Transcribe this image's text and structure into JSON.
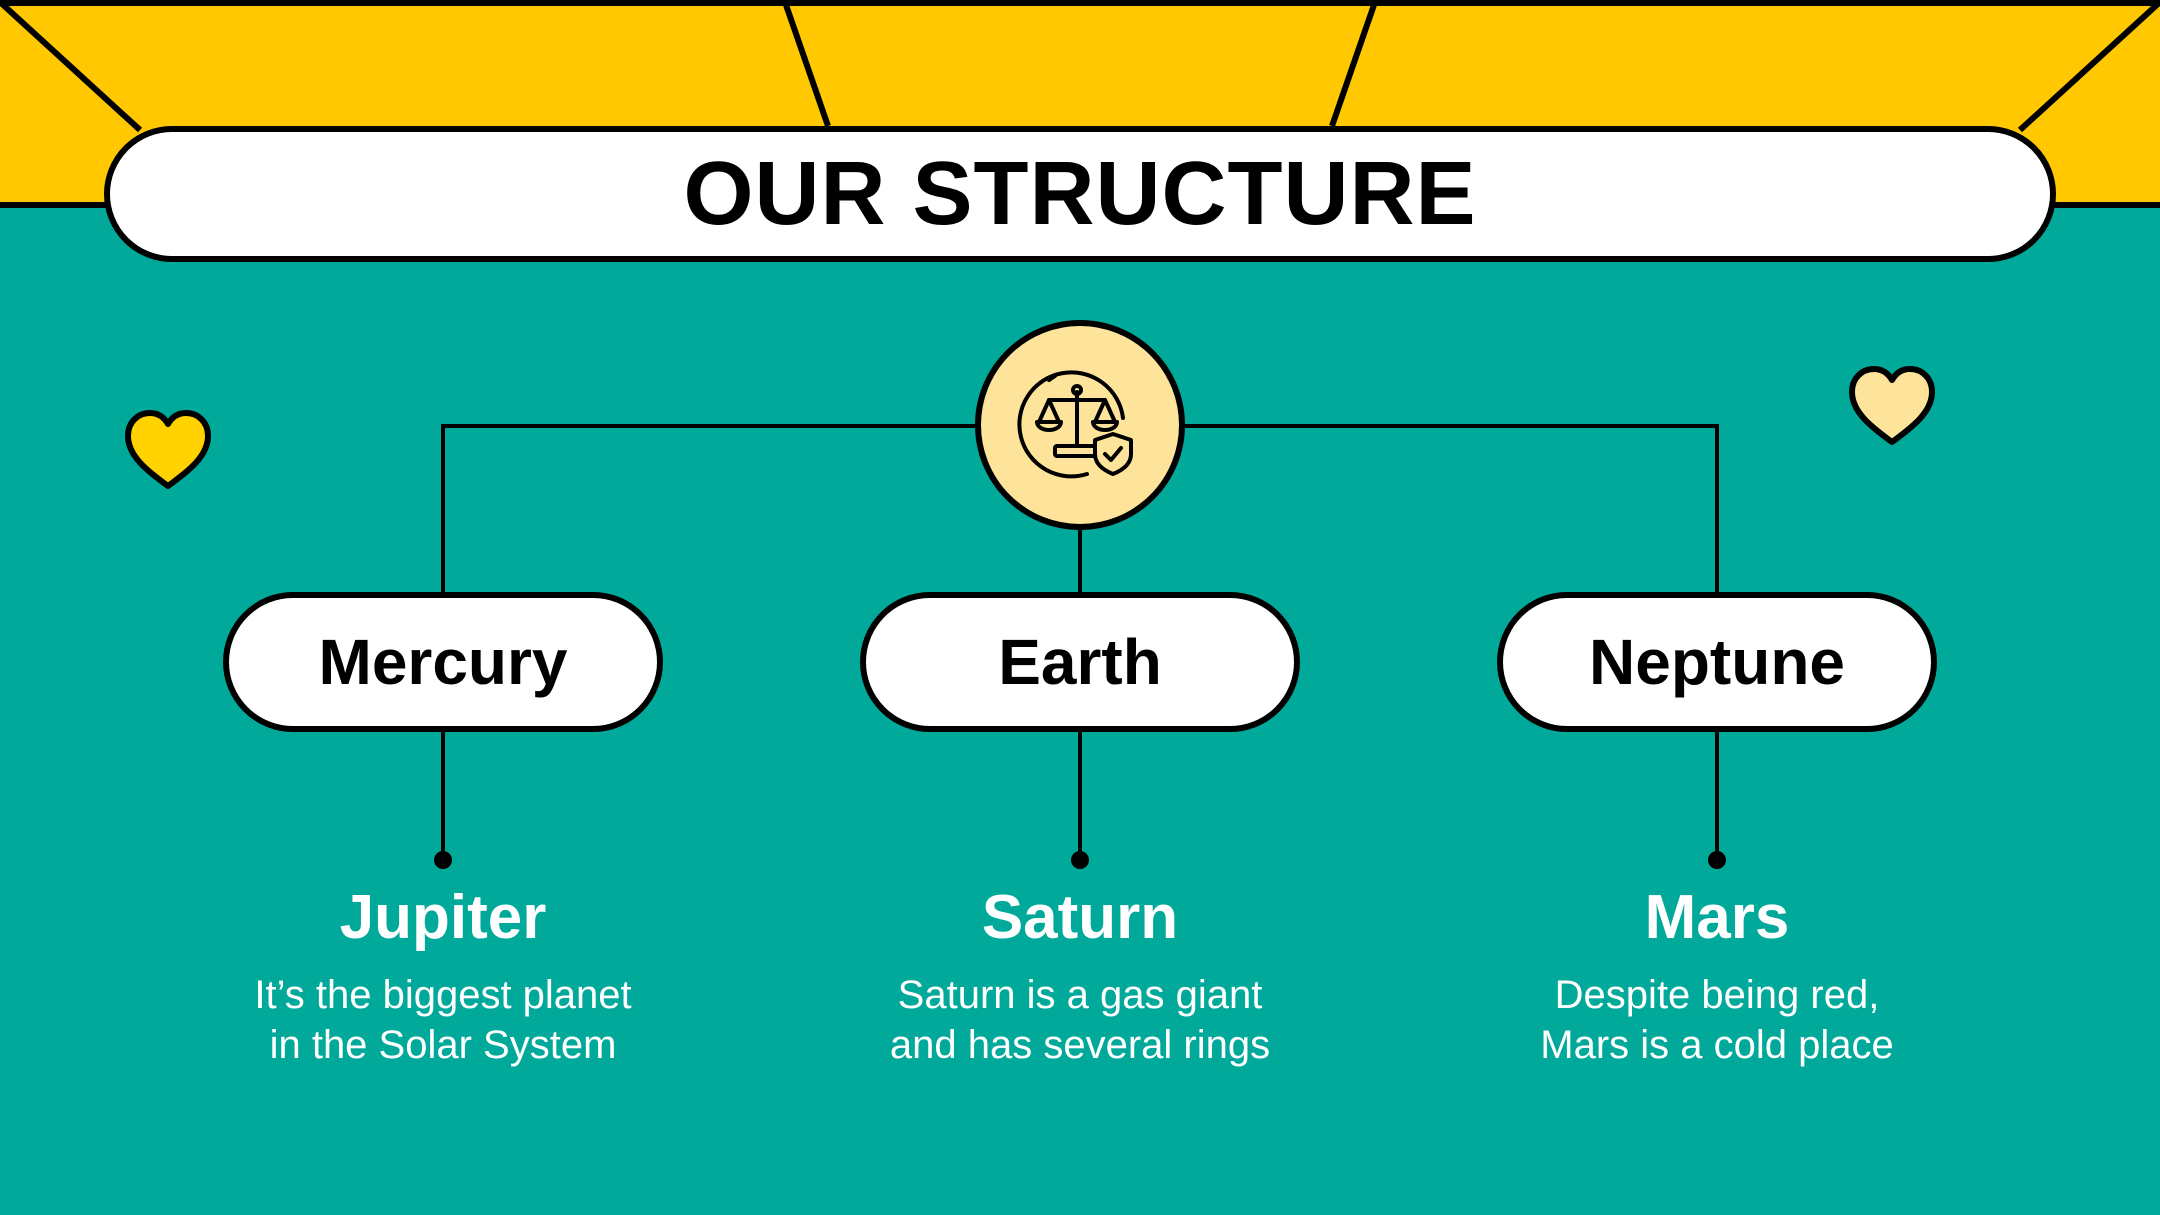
{
  "title": "OUR STRUCTURE",
  "hub": {
    "icon": "justice-scale-shield-icon"
  },
  "nodes": [
    {
      "label": "Mercury",
      "detail_title": "Jupiter",
      "detail_line1": "It’s the biggest planet",
      "detail_line2": "in the Solar System"
    },
    {
      "label": "Earth",
      "detail_title": "Saturn",
      "detail_line1": "Saturn is a gas giant",
      "detail_line2": "and has several rings"
    },
    {
      "label": "Neptune",
      "detail_title": "Mars",
      "detail_line1": "Despite being red,",
      "detail_line2": "Mars is a cold place"
    }
  ],
  "colors": {
    "background": "#00A99A",
    "header": "#FFC800",
    "hub_fill": "#FDE49A",
    "heart_left": "#FFD200",
    "heart_right": "#FDE49A",
    "outline": "#000000",
    "pill": "#FFFFFF"
  }
}
